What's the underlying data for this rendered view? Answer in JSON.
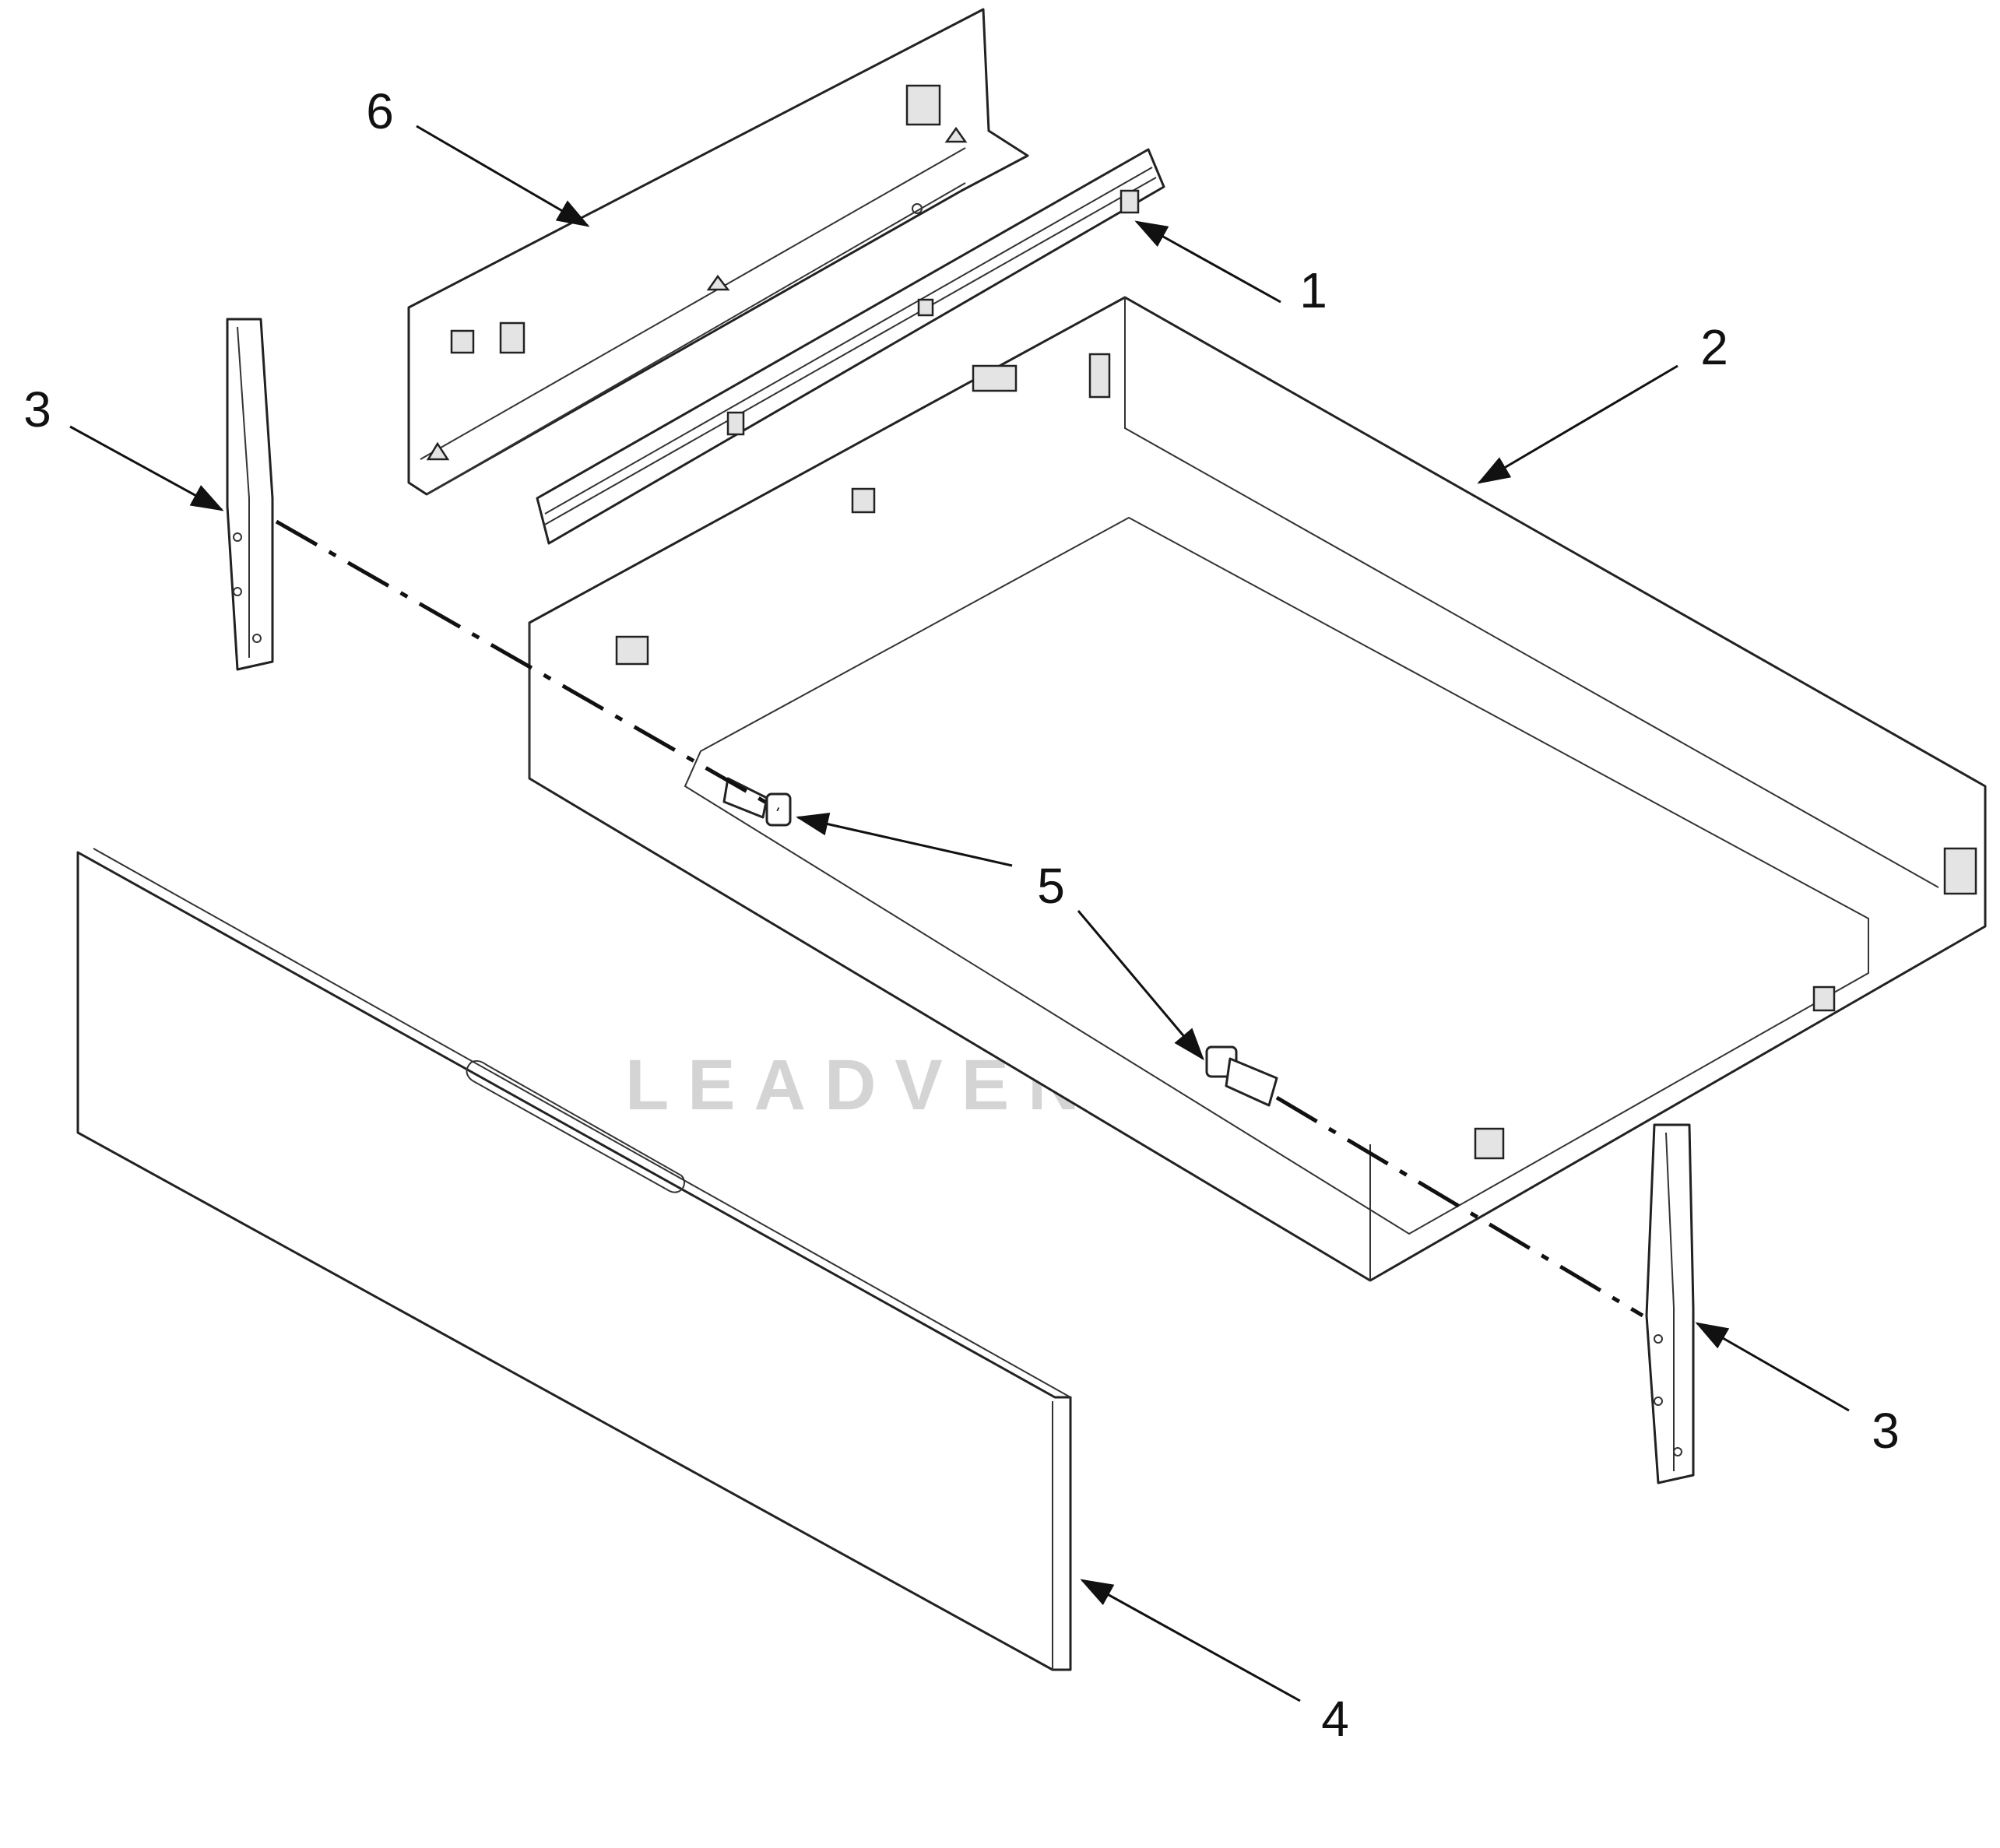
{
  "diagram": {
    "callouts": [
      {
        "id": "c6",
        "label": "6"
      },
      {
        "id": "c1",
        "label": "1"
      },
      {
        "id": "c2",
        "label": "2"
      },
      {
        "id": "c3a",
        "label": "3"
      },
      {
        "id": "c5",
        "label": "5"
      },
      {
        "id": "c3b",
        "label": "3"
      },
      {
        "id": "c4",
        "label": "4"
      }
    ],
    "watermark": "LEADVENTURE"
  },
  "colors": {
    "line": "#222222",
    "watermark": "#d4d4d4"
  }
}
